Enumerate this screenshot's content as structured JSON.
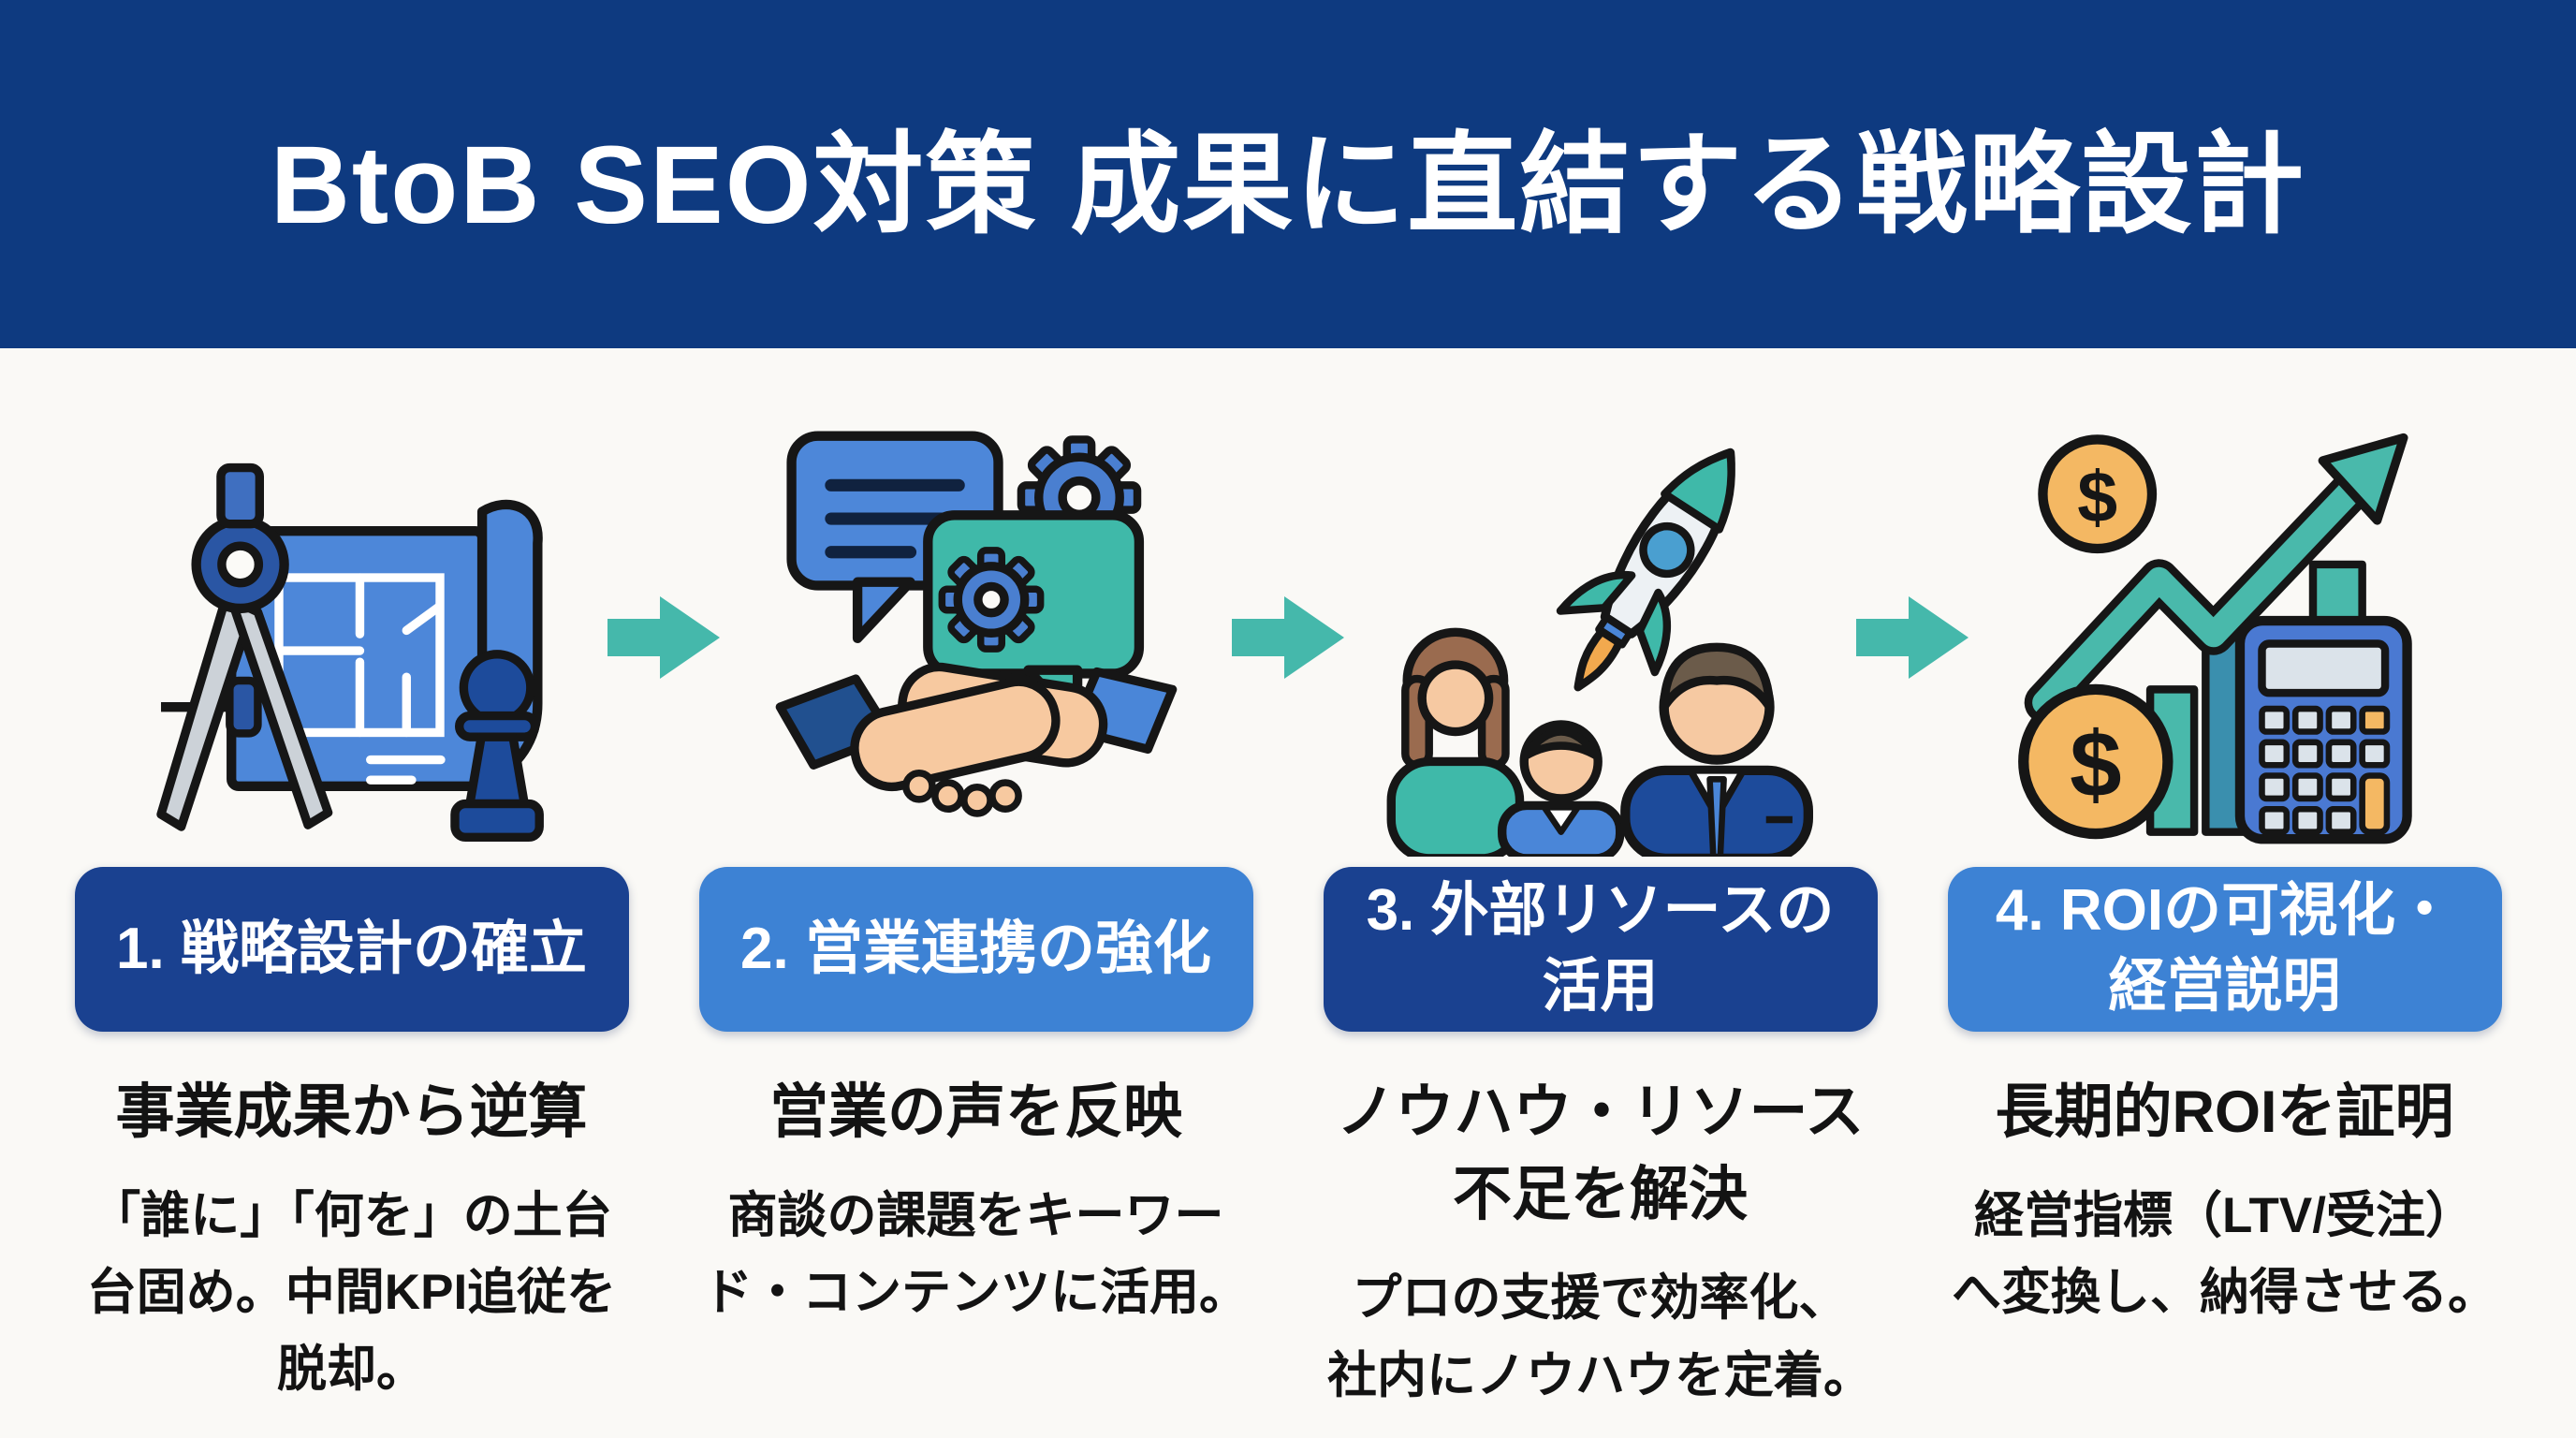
{
  "header": {
    "title": "BtoB SEO対策 成果に直結する戦略設計"
  },
  "colors": {
    "header_bg": "#0e3a80",
    "page_bg": "#faf9f6",
    "badge_dark": "#1a4190",
    "badge_blue": "#3d82d4",
    "arrow_teal": "#45b8ab",
    "text": "#131313",
    "badge_text": "#ffffff"
  },
  "icons": {
    "step1": "blueprint-compass-pawn-icon",
    "step2": "speech-gears-handshake-icon",
    "step3": "team-rocket-icon",
    "step4": "coins-chart-calculator-icon",
    "between_steps": "flow-right-arrow-icon"
  },
  "steps": [
    {
      "badge_label": "1. 戦略設計の確立",
      "subtitle": "事業成果から逆算",
      "body": "「誰に」「何を」の土台\n台固め。中間KPI追従を\n脱却。"
    },
    {
      "badge_label": "2. 営業連携の強化",
      "subtitle": "営業の声を反映",
      "body": "商談の課題をキーワー\nド・コンテンツに活用。"
    },
    {
      "badge_label": "3. 外部リソースの\n活用",
      "subtitle": "ノウハウ・リソース\n不足を解決",
      "body": "プロの支援で効率化、\n社内にノウハウを定着。"
    },
    {
      "badge_label": "4. ROIの可視化・\n経営説明",
      "subtitle": "長期的ROIを証明",
      "body": "経営指標（LTV/受注）\nへ変換し、納得させる。"
    }
  ]
}
